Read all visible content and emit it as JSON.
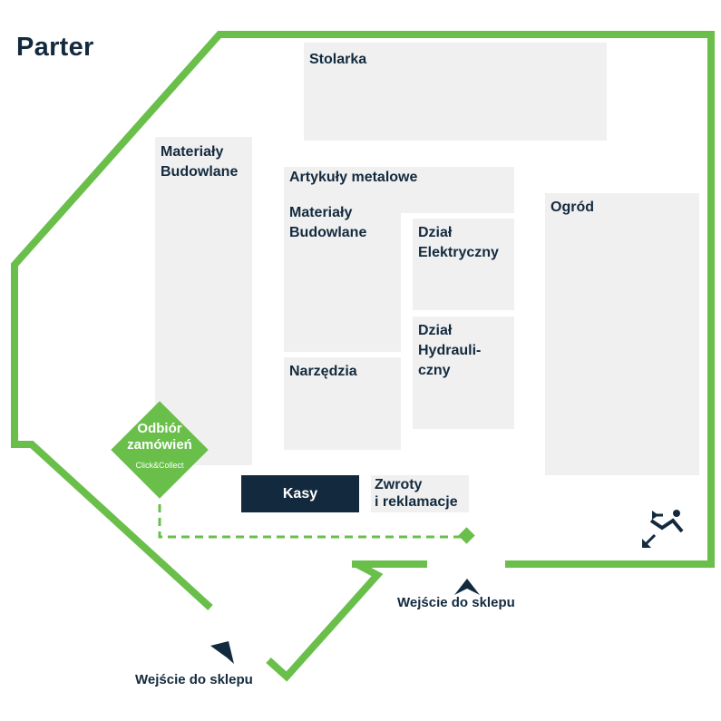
{
  "floor": {
    "title": "Parter"
  },
  "zones": {
    "stolarka": "Stolarka",
    "materialy_left": "Materiały\nBudowlane",
    "artykuly_metalowe": "Artykuły metalowe",
    "materialy_center": "Materiały\nBudowlane",
    "dzial_elektryczny": "Dział\nElektryczny",
    "narzedzia": "Narzędzia",
    "dzial_hydrauliczny": "Dział\nHydrauli-\nczny",
    "ogrod": "Ogród",
    "zwroty": "Zwroty\ni reklamacje"
  },
  "checkout": {
    "label": "Kasy"
  },
  "pickup_point": {
    "title": "Odbiór\nzamówień",
    "subtitle": "Click&Collect"
  },
  "entrances": {
    "right": "Wejście do sklepu",
    "left": "Wejście do sklepu"
  },
  "icons": {
    "entrance_arrow": "entrance-arrow-icon",
    "escalator": "escalator-icon"
  },
  "colors": {
    "wall_green": "#6abf4b",
    "dark_navy": "#132a3e",
    "zone_gray": "#f0f0f0"
  }
}
